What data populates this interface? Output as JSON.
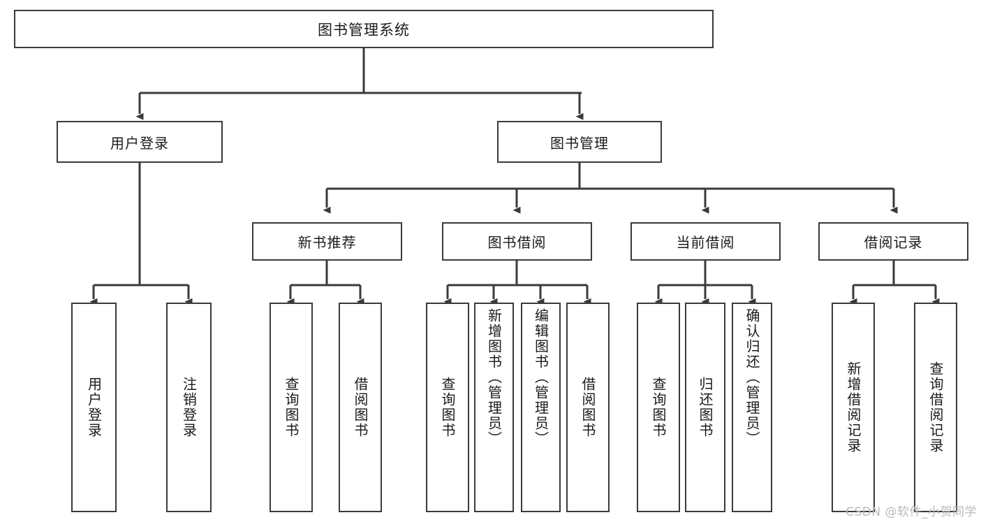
{
  "diagram": {
    "title": "图书管理系统",
    "type": "tree",
    "watermark": "CSDN @软件_小贺同学",
    "colors": {
      "box_border": "#3a3a3a",
      "box_fill": "#ffffff",
      "connector": "#3a3a3a",
      "text": "#1a1a1a",
      "watermark": "#b9b9b9",
      "background": "#ffffff"
    },
    "root": {
      "label": "图书管理系统"
    },
    "level2": [
      {
        "label": "用户登录"
      },
      {
        "label": "图书管理"
      }
    ],
    "level3": [
      {
        "label": "新书推荐"
      },
      {
        "label": "图书借阅"
      },
      {
        "label": "当前借阅"
      },
      {
        "label": "借阅记录"
      }
    ],
    "leaves": {
      "user_login": [
        {
          "label": "用户登录"
        },
        {
          "label": "注销登录"
        }
      ],
      "new_book": [
        {
          "label": "查询图书"
        },
        {
          "label": "借阅图书"
        }
      ],
      "book_borrow": [
        {
          "label": "查询图书"
        },
        {
          "label": "新增图书（管理员）"
        },
        {
          "label": "编辑图书（管理员）"
        },
        {
          "label": "借阅图书"
        }
      ],
      "current_borrow": [
        {
          "label": "查询图书"
        },
        {
          "label": "归还图书"
        },
        {
          "label": "确认归还（管理员）"
        }
      ],
      "borrow_record": [
        {
          "label": "新增借阅记录"
        },
        {
          "label": "查询借阅记录"
        }
      ]
    }
  }
}
